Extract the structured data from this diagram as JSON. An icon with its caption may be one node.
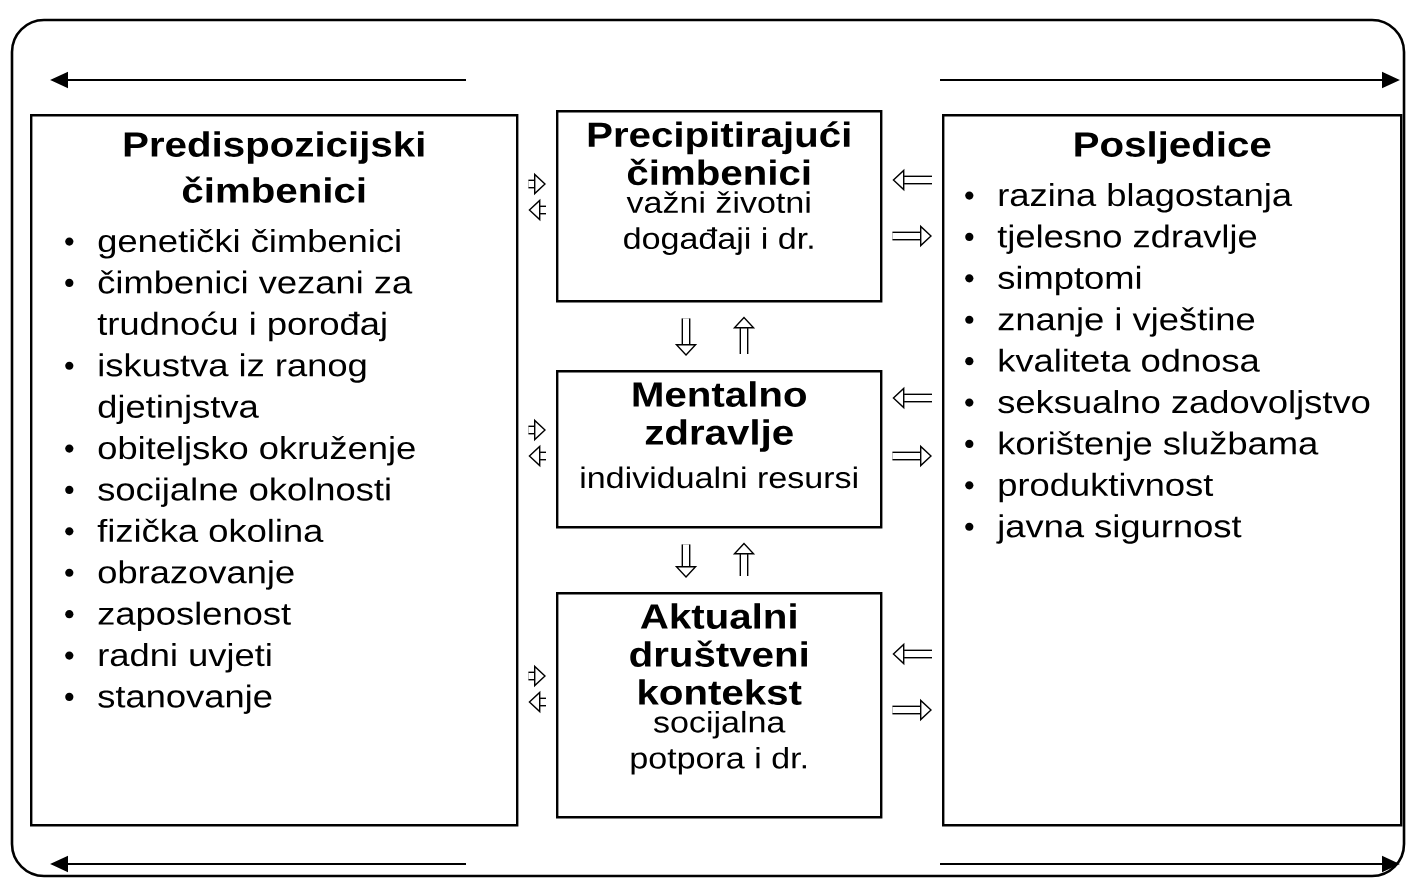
{
  "diagram": {
    "nodes": [
      {
        "text": [
          "Predispozicijski čimbenici",
          "genetički čimbenici",
          "čimbenici vezani za trudnoću i porođaj",
          "iskustva iz ranog djetinjstva",
          "obiteljsko okruženje",
          "socijalne okolnosti",
          "fizička okolina",
          "obrazovanje",
          "zaposlenost",
          "radni uvjeti",
          "stanovanje"
        ]
      },
      {
        "text": [
          "Precipitirajući čimbenici",
          "važni životni događaji i dr."
        ]
      },
      {
        "text": [
          "Mentalno zdravlje",
          "individualni resursi"
        ]
      },
      {
        "text": [
          "Aktualni društveni kontekst",
          "socijalna potpora i dr."
        ]
      },
      {
        "text": [
          "Posljedice",
          "razina blagostanja",
          "tjelesno zdravlje",
          "simptomi",
          "znanje i vještine",
          "kvaliteta odnosa",
          "seksualno zadovoljstvo",
          "korištenje službama",
          "produktivnost",
          "javna sigurnost"
        ]
      }
    ],
    "edges": [
      {
        "from": 0,
        "to": 1,
        "arrow": "to"
      },
      {
        "from": 1,
        "to": 0,
        "arrow": "to"
      },
      {
        "from": 4,
        "to": 1,
        "arrow": "to"
      },
      {
        "from": 1,
        "to": 4,
        "arrow": "to"
      },
      {
        "from": 1,
        "to": 2,
        "arrow": "to"
      },
      {
        "from": 2,
        "to": 1,
        "arrow": "to"
      },
      {
        "from": 0,
        "to": 2,
        "arrow": "to"
      },
      {
        "from": 2,
        "to": 0,
        "arrow": "to"
      },
      {
        "from": 4,
        "to": 2,
        "arrow": "to"
      },
      {
        "from": 2,
        "to": 4,
        "arrow": "to"
      },
      {
        "from": 2,
        "to": 3,
        "arrow": "to"
      },
      {
        "from": 3,
        "to": 2,
        "arrow": "to"
      },
      {
        "from": 0,
        "to": 3,
        "arrow": "to"
      },
      {
        "from": 3,
        "to": 0,
        "arrow": "to"
      },
      {
        "from": 4,
        "to": 3,
        "arrow": "to"
      },
      {
        "from": 3,
        "to": 4,
        "arrow": "to"
      }
    ]
  }
}
